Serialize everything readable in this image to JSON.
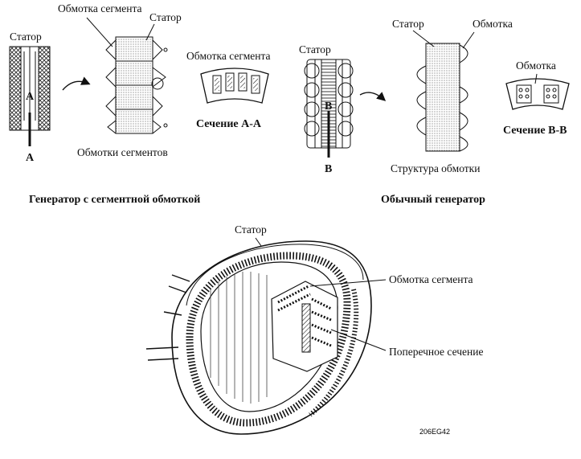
{
  "top_left": {
    "stator_label": "Статор",
    "segment_winding_label": "Обмотка сегмента",
    "stator_label_2": "Статор",
    "segment_windings_label": "Обмотки сегментов",
    "section_marker_a": "A",
    "section_marker_a_bottom": "A",
    "section_winding_label": "Обмотка сегмента",
    "section_caption": "Сечение А-А",
    "title": "Генератор с сегментной обмоткой"
  },
  "top_right": {
    "stator_label": "Статор",
    "stator_label_2": "Статор",
    "winding_label": "Обмотка",
    "winding_label_2": "Обмотка",
    "section_marker_b": "B",
    "section_marker_b_bottom": "B",
    "section_caption": "Сечение В-В",
    "structure_label": "Структура обмотки",
    "title": "Обычный генератор"
  },
  "bottom": {
    "stator_label": "Статор",
    "segment_winding_label": "Обмотка сегмента",
    "cross_section_label": "Поперечное сечение",
    "figure_code": "206EG42"
  }
}
